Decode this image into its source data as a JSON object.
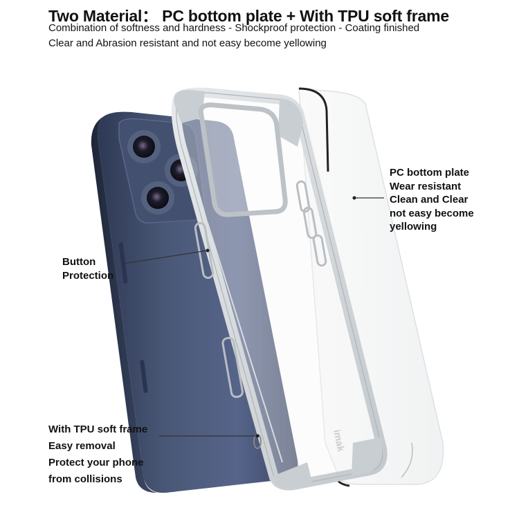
{
  "header": {
    "title": "Two Material： PC bottom plate + With TPU soft frame",
    "line1": "Combination of softness and hardness - Shockproof protection - Coating finished",
    "line2": "Clear and Abrasion resistant and not easy become yellowing"
  },
  "callouts": {
    "pc_plate": [
      "PC bottom plate",
      "Wear resistant",
      "Clean and Clear",
      "not easy become",
      "yellowing"
    ],
    "button": [
      "Button",
      "Protection"
    ],
    "tpu_frame": [
      "With TPU soft frame",
      "Easy removal",
      "Protect your phone",
      "from collisions"
    ]
  },
  "brand_mark": "imak",
  "colors": {
    "phone_body": "#3d4a66",
    "case_frame": "#d6dadd",
    "text": "#111111"
  }
}
